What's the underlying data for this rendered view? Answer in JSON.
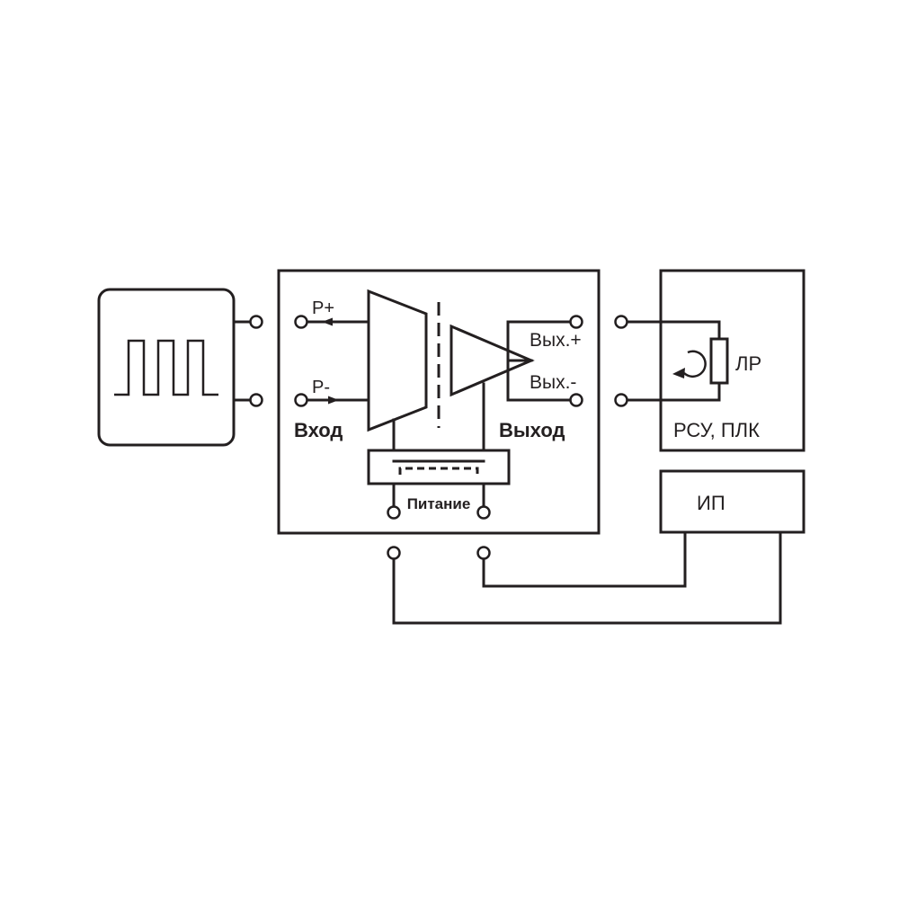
{
  "labels": {
    "p_plus": "P+",
    "p_minus": "P-",
    "input": "Вход",
    "output": "Выход",
    "out_plus": "Вых.+",
    "out_minus": "Вых.-",
    "power": "Питание",
    "load": "ЛР",
    "controller": "РСУ, ПЛК",
    "power_supply": "ИП"
  },
  "colors": {
    "line": "#231f20",
    "background": "#ffffff"
  },
  "icons": {
    "signal_source": "pulse-wave-icon",
    "load": "resistor-icon",
    "current_loop": "circular-arrow-icon"
  }
}
